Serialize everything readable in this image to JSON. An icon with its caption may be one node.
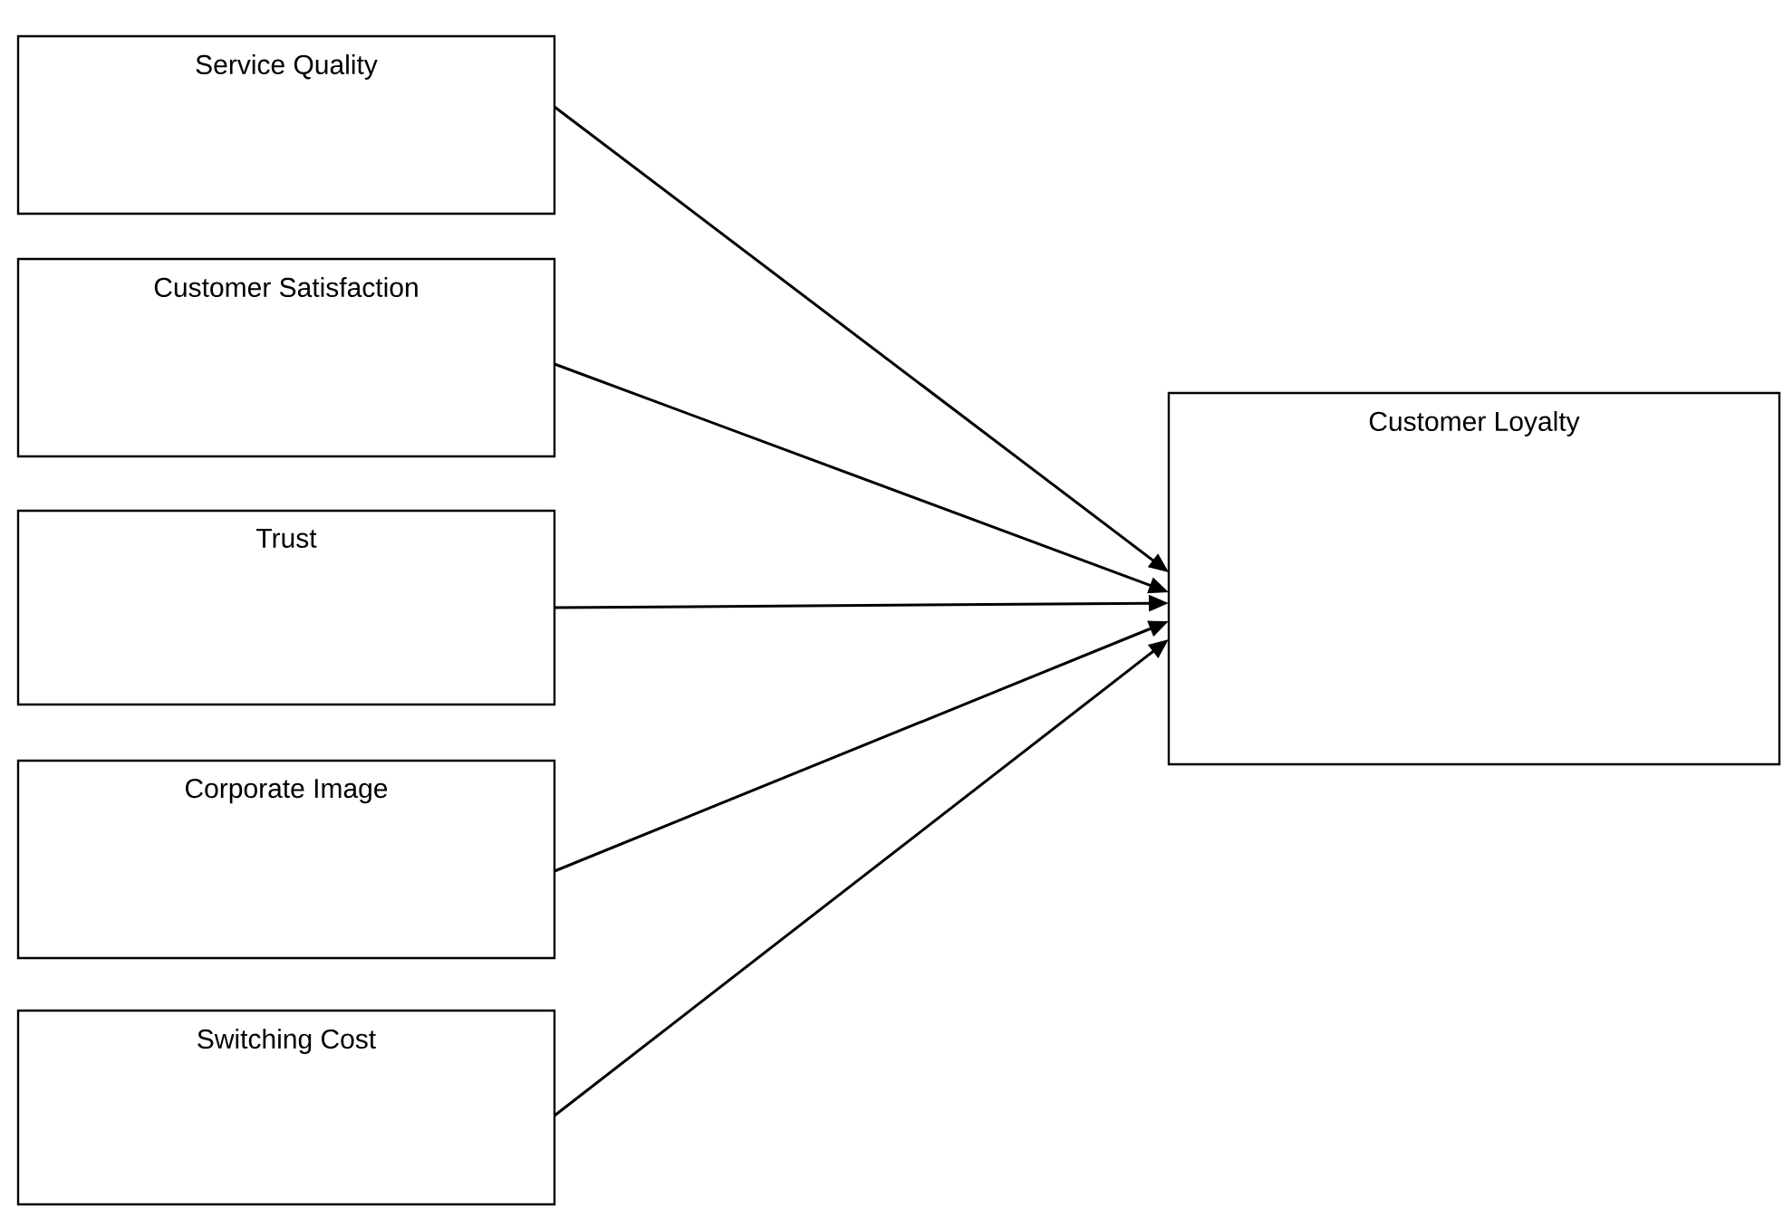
{
  "diagram": {
    "nodes": [
      {
        "text": [
          "Service Quality"
        ]
      },
      {
        "text": [
          "Customer Satisfaction"
        ]
      },
      {
        "text": [
          "Trust"
        ]
      },
      {
        "text": [
          "Corporate Image"
        ]
      },
      {
        "text": [
          "Switching Cost"
        ]
      },
      {
        "text": [
          "Customer Loyalty"
        ]
      }
    ],
    "edges": [
      {
        "from": 0,
        "to": 5,
        "arrow": "to"
      },
      {
        "from": 1,
        "to": 5,
        "arrow": "to"
      },
      {
        "from": 2,
        "to": 5,
        "arrow": "to"
      },
      {
        "from": 3,
        "to": 5,
        "arrow": "to"
      },
      {
        "from": 4,
        "to": 5,
        "arrow": "to"
      }
    ]
  }
}
